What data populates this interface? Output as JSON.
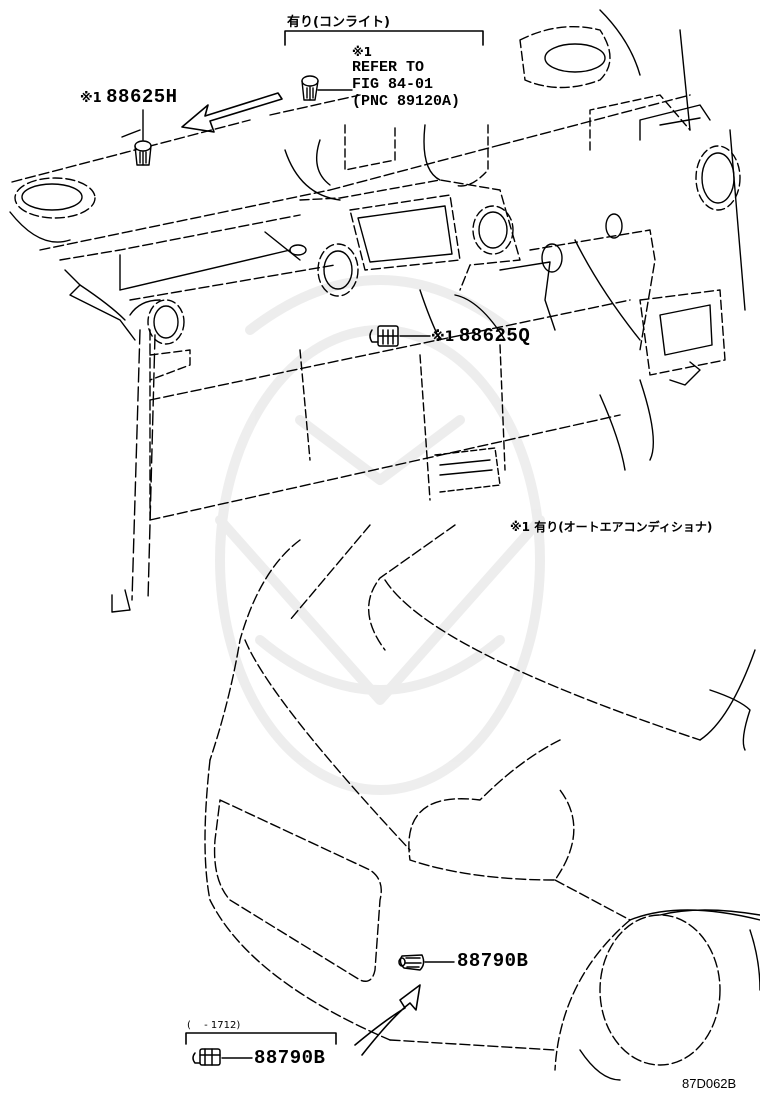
{
  "diagram": {
    "figure_code": "87D062B",
    "note_mark": "※1",
    "footnote": "※1 有り(オートエアコンディショナ)",
    "groups": [
      {
        "label": "有り(コンライト)",
        "position": "top-center"
      },
      {
        "label": "(　 - 1712)",
        "position": "bottom-left"
      }
    ],
    "callouts": [
      {
        "mark": "※1",
        "part_number": "88625H",
        "location": "dashboard top left"
      },
      {
        "mark": "※1",
        "part_number": "88625Q",
        "location": "dashboard center"
      },
      {
        "mark": "※1",
        "lines": [
          "REFER TO",
          "FIG 84-01",
          "(PNC 89120A)"
        ],
        "location": "dashboard top center"
      },
      {
        "mark": "",
        "part_number": "88790B",
        "location": "front bumper"
      },
      {
        "mark": "",
        "part_number": "88790B",
        "location": "bottom-left inset"
      }
    ]
  }
}
